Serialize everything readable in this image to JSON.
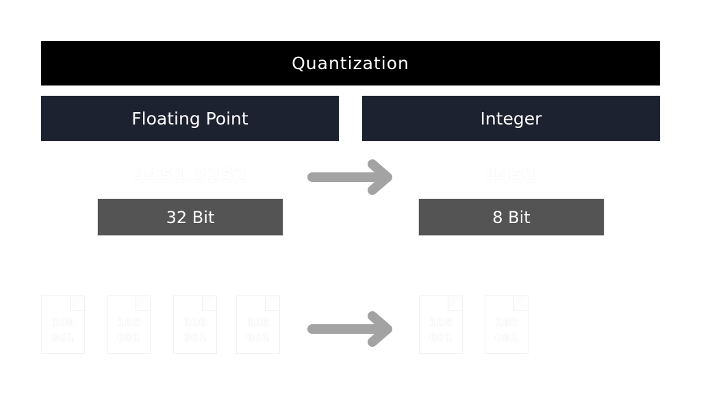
{
  "title": "Quantization",
  "left": {
    "header": "Floating Point",
    "value": "4451.3252",
    "bits": "32 Bit"
  },
  "right": {
    "header": "Integer",
    "value": "4451",
    "bits": "8 Bit"
  },
  "file_text": {
    "line1": "100",
    "line2": "001"
  },
  "colors": {
    "title_bg": "#000000",
    "header_bg": "#1d2230",
    "bit_bg": "#545454",
    "arrow": "#a3a3a3"
  }
}
